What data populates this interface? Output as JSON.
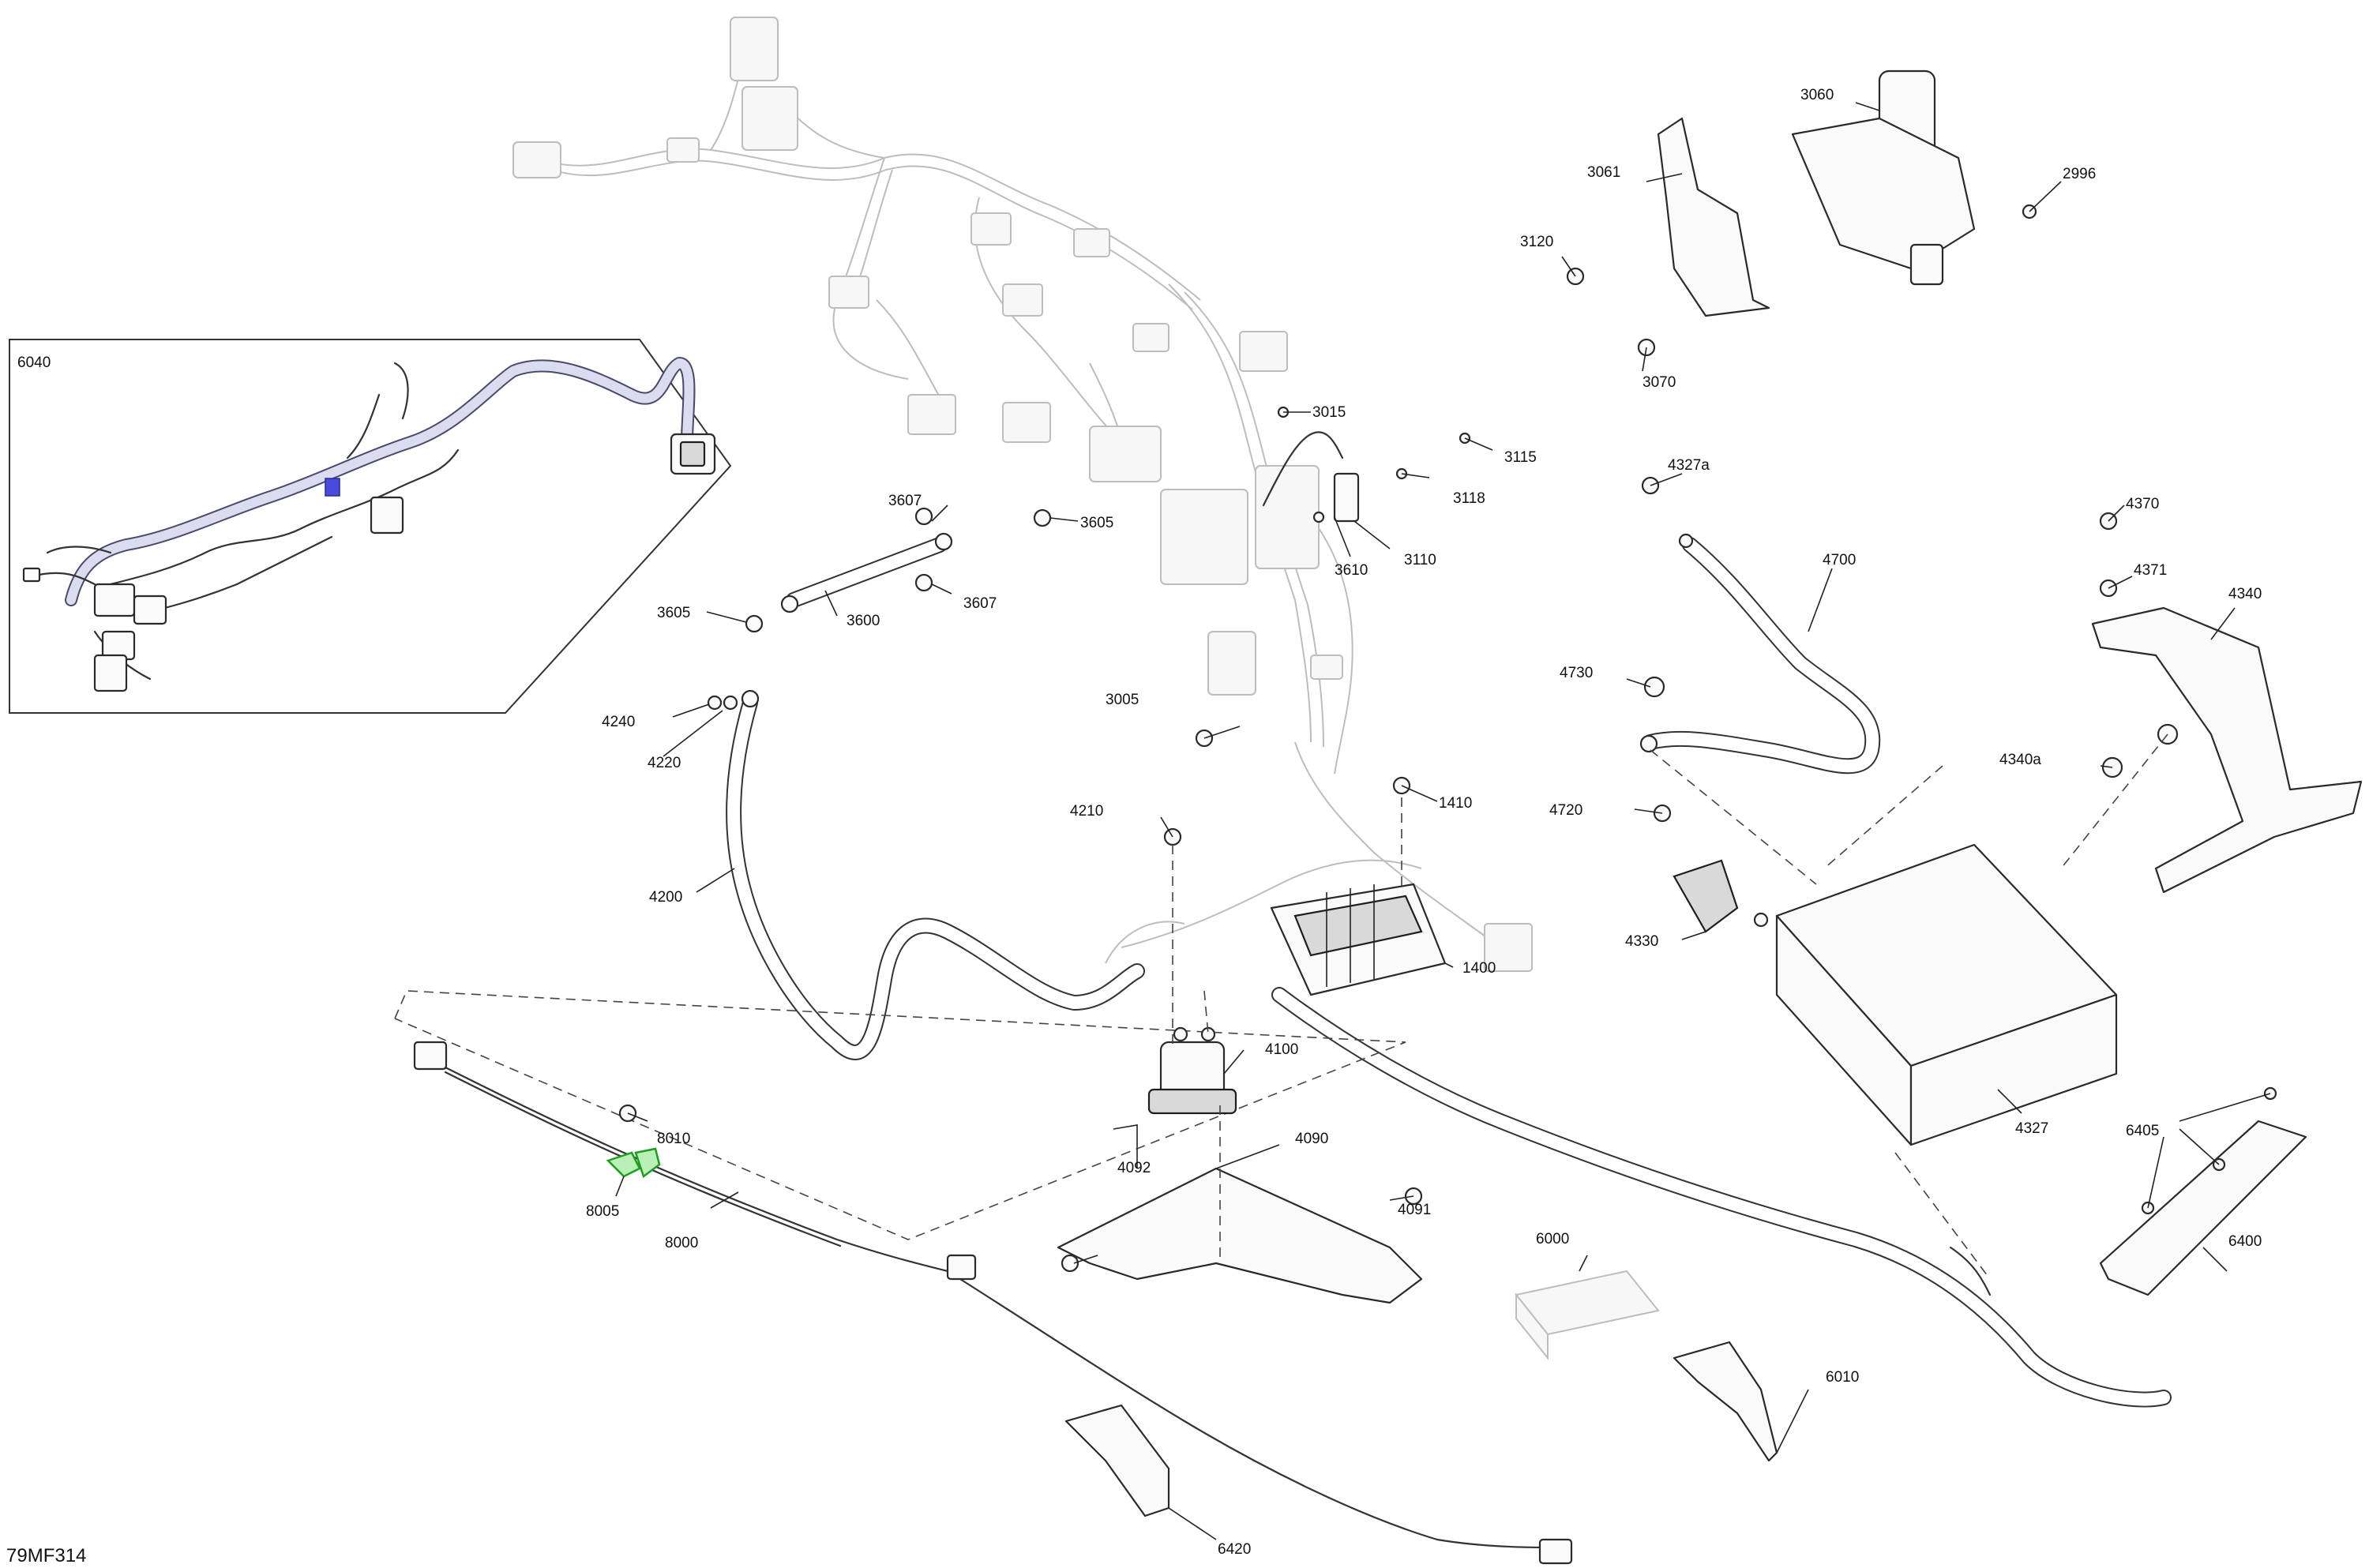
{
  "diagram_ref": "79MF314",
  "inset": {
    "label": "6040"
  },
  "callouts": [
    "6040",
    "3607",
    "3605",
    "3605",
    "3600",
    "3607",
    "4240",
    "4220",
    "4200",
    "3015",
    "3115",
    "3118",
    "3610",
    "3110",
    "3005",
    "1410",
    "4210",
    "1400",
    "4100",
    "4090",
    "4092",
    "4091",
    "8010",
    "8005",
    "8000",
    "6420",
    "6000",
    "6010",
    "3120",
    "3061",
    "3060",
    "2996",
    "3070",
    "4327a",
    "4700",
    "4730",
    "4720",
    "4330",
    "4327",
    "4370",
    "4371",
    "4340",
    "4340a",
    "6405",
    "6400"
  ]
}
